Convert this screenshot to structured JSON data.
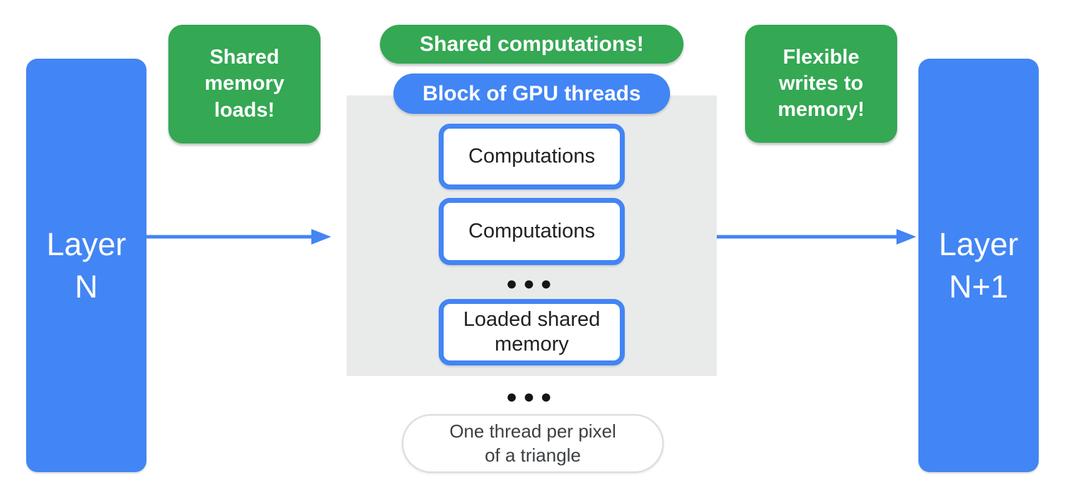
{
  "colors": {
    "blue": "#4285F4",
    "green": "#34A853",
    "gray_block": "#E9EAEA",
    "text_dark": "#202124",
    "pill_border": "#DADCE0"
  },
  "layers": {
    "left": {
      "label": "Layer\nN"
    },
    "right": {
      "label": "Layer\nN+1"
    }
  },
  "callouts": {
    "left": {
      "label": "Shared\nmemory\nloads!"
    },
    "center": {
      "label": "Shared computations!"
    },
    "right": {
      "label": "Flexible\nwrites to\nmemory!"
    }
  },
  "gpu_block": {
    "title": "Block of GPU threads",
    "items": [
      {
        "label": "Computations"
      },
      {
        "label": "Computations"
      },
      {
        "label": "Loaded shared\nmemory"
      }
    ]
  },
  "caption": {
    "label": "One thread per pixel\nof a triangle"
  },
  "icons": {
    "ellipsis": "●●●",
    "arrow_right": "→"
  }
}
